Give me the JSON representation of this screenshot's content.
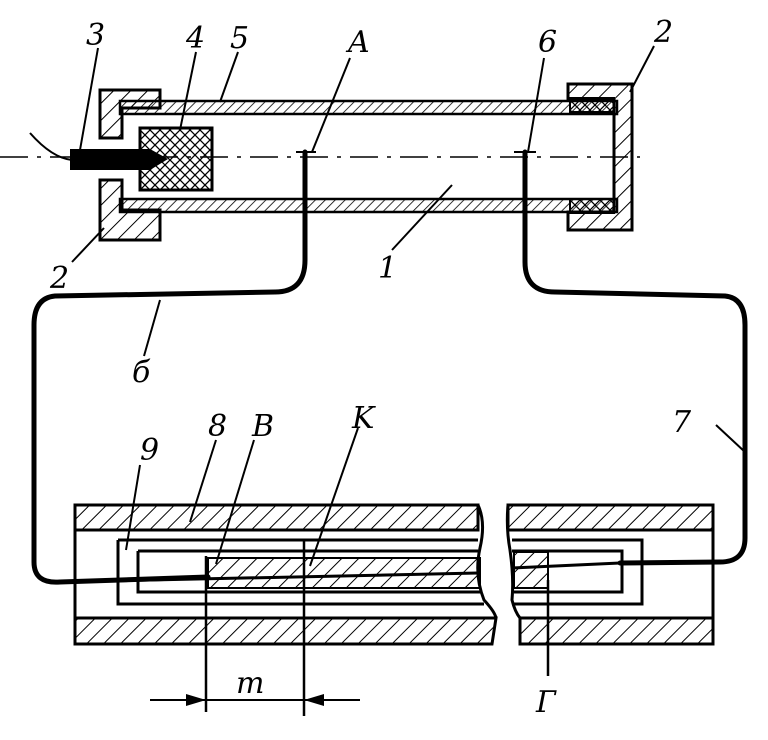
{
  "labels": {
    "l1": "1",
    "l2a": "2",
    "l2b": "2",
    "l3": "3",
    "l4": "4",
    "l5": "5",
    "l6a": "6",
    "l6b": "б",
    "l7": "7",
    "l8": "8",
    "l9": "9",
    "lA": "A",
    "lB": "B",
    "lK": "K",
    "lG": "Г",
    "lm": "m"
  }
}
